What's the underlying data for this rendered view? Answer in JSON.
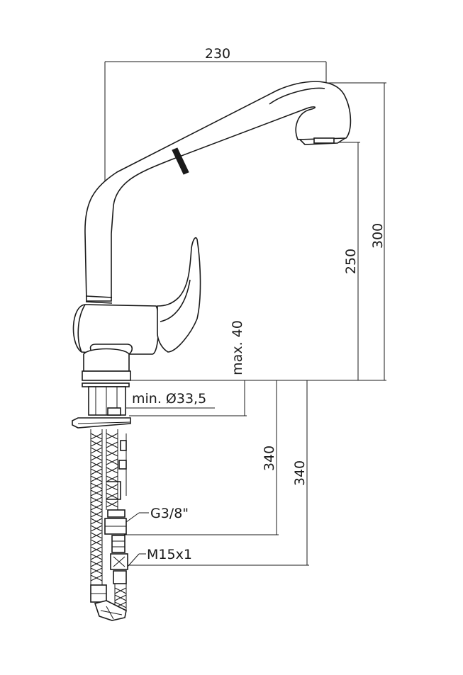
{
  "dimensions": {
    "overall_width": "230",
    "overall_height": "300",
    "spout_height": "250",
    "max_thickness": "max. 40",
    "hole_diameter": "min. Ø33,5",
    "hose_length_1": "340",
    "hose_length_2": "340"
  },
  "connections": {
    "inlet_thread": "G3/8\"",
    "outlet_thread": "M15x1"
  },
  "colors": {
    "line": "#1a1a1a",
    "background": "#ffffff"
  }
}
